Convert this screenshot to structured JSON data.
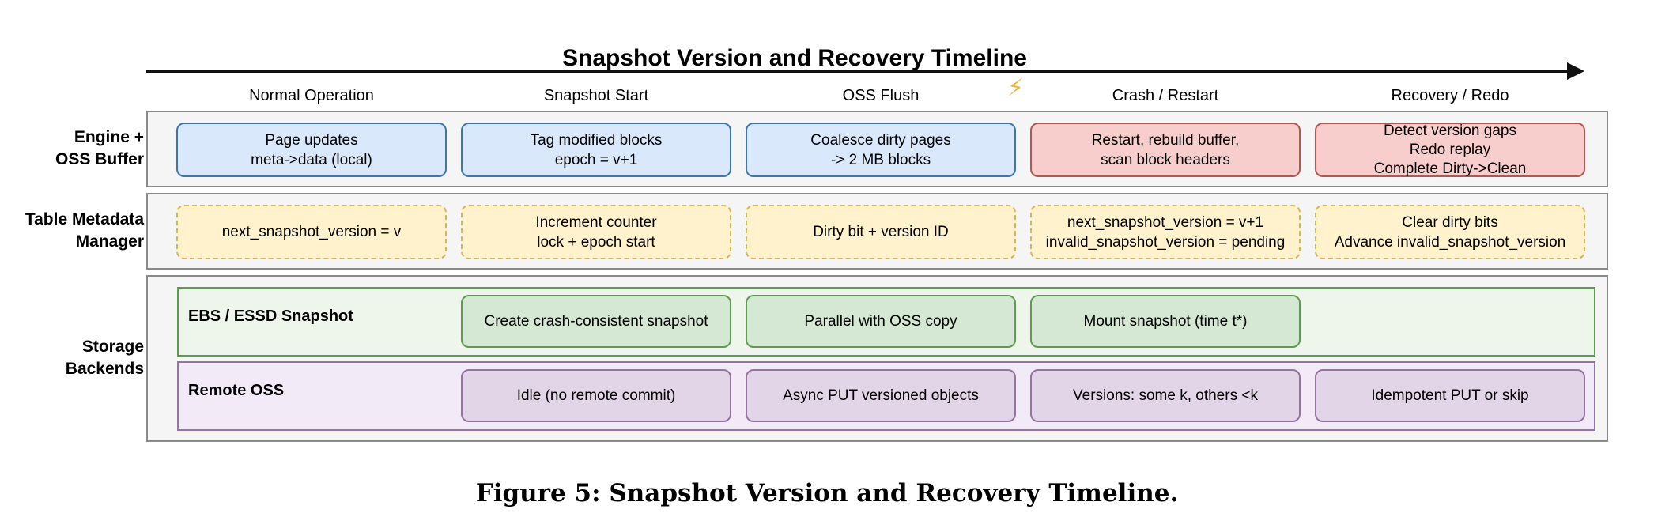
{
  "diagram": {
    "title": "Snapshot Version and Recovery Timeline",
    "caption": "Figure 5: Snapshot Version and Recovery Timeline.",
    "crash_icon": "lightning-bolt-icon",
    "phases": [
      "Normal Operation",
      "Snapshot Start",
      "OSS Flush",
      "Crash / Restart",
      "Recovery / Redo"
    ],
    "rows": {
      "engine": {
        "label_lines": [
          "Engine +",
          "OSS Buffer"
        ],
        "boxes": [
          {
            "lines": [
              "Page updates",
              "meta->data (local)"
            ]
          },
          {
            "lines": [
              "Tag modified blocks",
              "epoch = v+1"
            ]
          },
          {
            "lines": [
              "Coalesce dirty pages",
              "-> 2 MB blocks"
            ]
          },
          {
            "lines": [
              "Restart, rebuild buffer,",
              "scan block headers"
            ]
          },
          {
            "lines": [
              "Detect version gaps",
              "Redo replay",
              "Complete Dirty->Clean"
            ]
          }
        ]
      },
      "metadata": {
        "label_lines": [
          "Table Metadata",
          "Manager"
        ],
        "boxes": [
          {
            "lines": [
              "next_snapshot_version = v"
            ]
          },
          {
            "lines": [
              "Increment counter",
              "lock + epoch start"
            ]
          },
          {
            "lines": [
              "Dirty bit + version ID"
            ]
          },
          {
            "lines": [
              "next_snapshot_version = v+1",
              "invalid_snapshot_version = pending"
            ]
          },
          {
            "lines": [
              "Clear dirty bits",
              "Advance invalid_snapshot_version"
            ]
          }
        ]
      },
      "storage": {
        "label_lines": [
          "Storage",
          "Backends"
        ],
        "ebs": {
          "label": "EBS / ESSD Snapshot",
          "boxes": [
            "Create crash-consistent snapshot",
            "Parallel with OSS copy",
            "Mount snapshot (time t*)"
          ]
        },
        "oss": {
          "label": "Remote OSS",
          "boxes": [
            "Idle (no remote commit)",
            "Async PUT versioned objects",
            "Versions: some k, others <k",
            "Idempotent PUT or skip"
          ]
        }
      }
    },
    "colors": {
      "engine_fill": "#dae8fc",
      "engine_border": "#3a76b5",
      "crash_fill": "#f8cecc",
      "crash_border": "#b85450",
      "metadata_fill": "#fff2cc",
      "metadata_border": "#d6b656",
      "ebs_fill": "#d5e8d4",
      "ebs_border": "#5d9c4f",
      "oss_fill": "#e1d5e7",
      "oss_border": "#9673a6",
      "bolt": "#f2b631"
    }
  }
}
